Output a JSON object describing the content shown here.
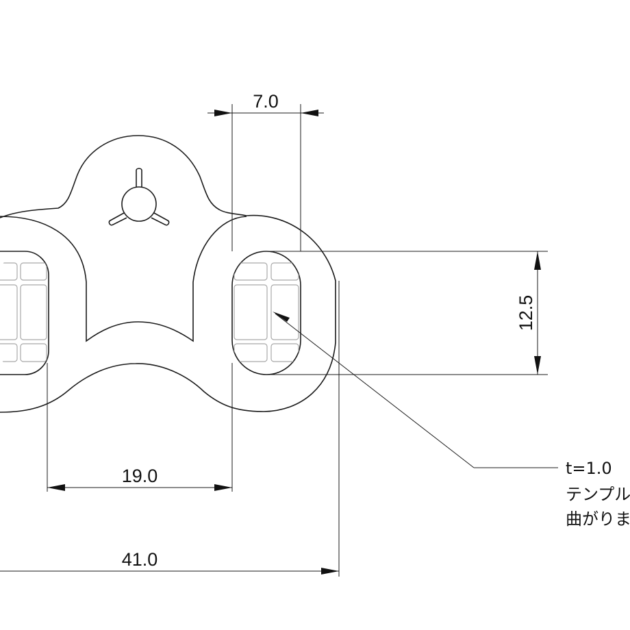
{
  "dimensions": {
    "top_width": "7.0",
    "slot_height": "12.5",
    "hole_pitch": "19.0",
    "overall_width": "41.0"
  },
  "note": {
    "thickness": "t=1.0",
    "line2": "テンプル",
    "line3": "曲がりま"
  }
}
